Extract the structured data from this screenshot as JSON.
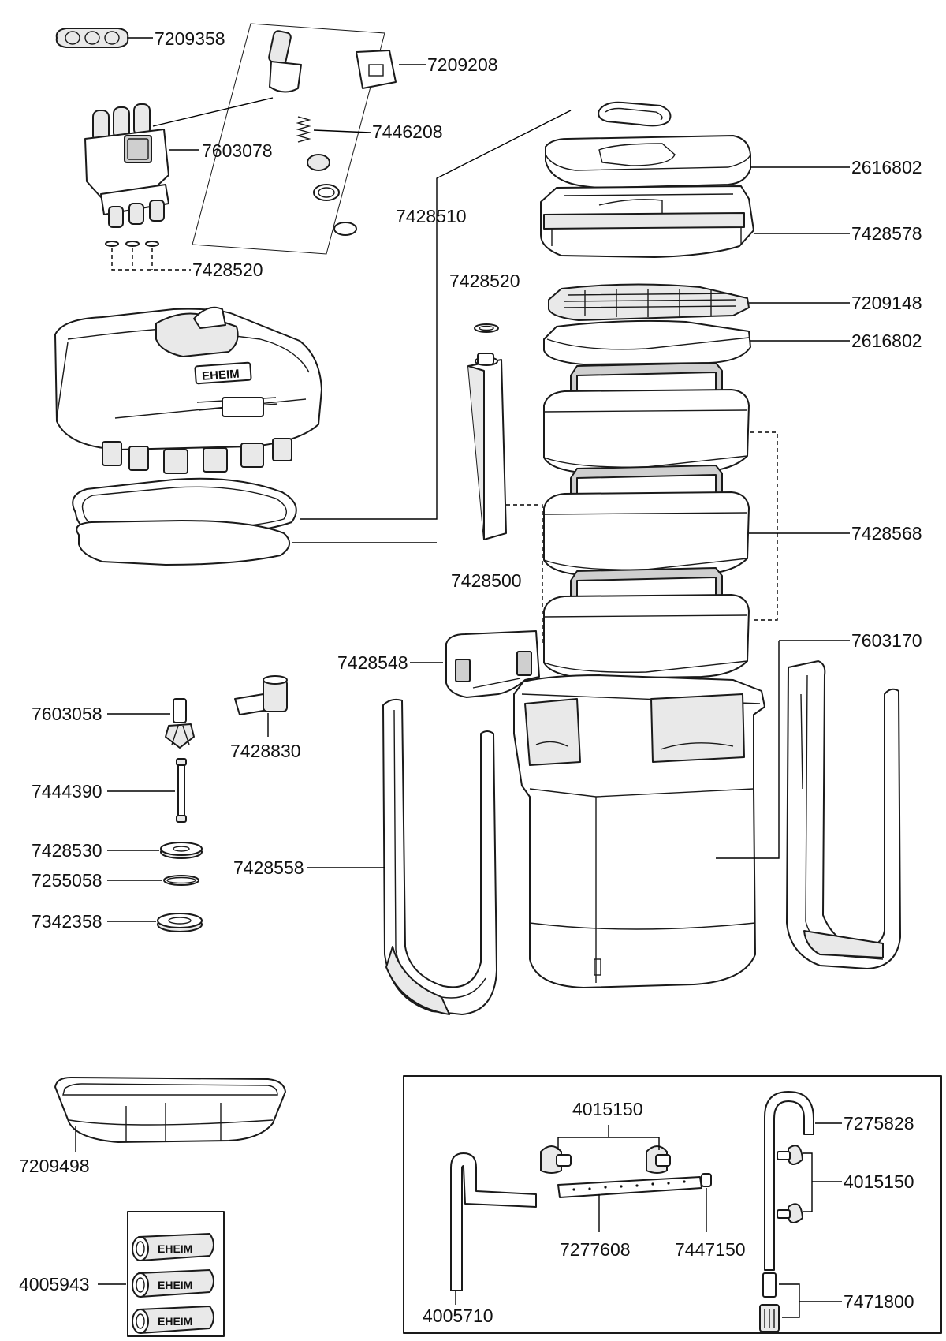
{
  "brand": "EHEIM",
  "labels": {
    "p7209358": "7209358",
    "p7209208": "7209208",
    "p7446208": "7446208",
    "p7603078": "7603078",
    "p7428510": "7428510",
    "p7428520_top": "7428520",
    "p7428520_mid": "7428520",
    "p2616802_top": "2616802",
    "p7428578": "7428578",
    "p7209148": "7209148",
    "p2616802_mid": "2616802",
    "p7428568": "7428568",
    "p7428500": "7428500",
    "p7603170": "7603170",
    "p7428548": "7428548",
    "p7603058": "7603058",
    "p7428830": "7428830",
    "p7444390": "7444390",
    "p7428530": "7428530",
    "p7255058": "7255058",
    "p7342358": "7342358",
    "p7428558": "7428558",
    "p7209498": "7209498",
    "p4005943": "4005943",
    "p4015150_a": "4015150",
    "p7275828": "7275828",
    "p4015150_b": "4015150",
    "p7277608": "7277608",
    "p7447150": "7447150",
    "p4005710": "4005710",
    "p7471800": "7471800"
  }
}
